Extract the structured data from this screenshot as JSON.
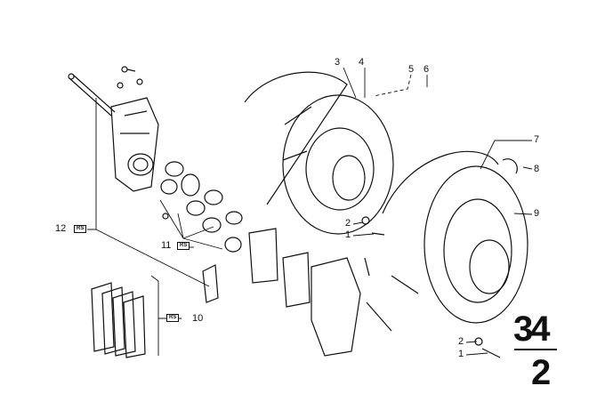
{
  "diagram": {
    "group_number": "34",
    "subgroup_number": "2",
    "rs_tag": "RS",
    "callouts": [
      {
        "id": "3",
        "label": "3"
      },
      {
        "id": "4",
        "label": "4"
      },
      {
        "id": "5",
        "label": "5"
      },
      {
        "id": "6",
        "label": "6"
      },
      {
        "id": "7",
        "label": "7"
      },
      {
        "id": "8",
        "label": "8"
      },
      {
        "id": "9",
        "label": "9"
      },
      {
        "id": "2a",
        "label": "2"
      },
      {
        "id": "1a",
        "label": "1"
      },
      {
        "id": "12",
        "label": "12"
      },
      {
        "id": "11",
        "label": "11"
      },
      {
        "id": "10",
        "label": "10"
      },
      {
        "id": "2b",
        "label": "2"
      },
      {
        "id": "1b",
        "label": "1"
      }
    ]
  }
}
